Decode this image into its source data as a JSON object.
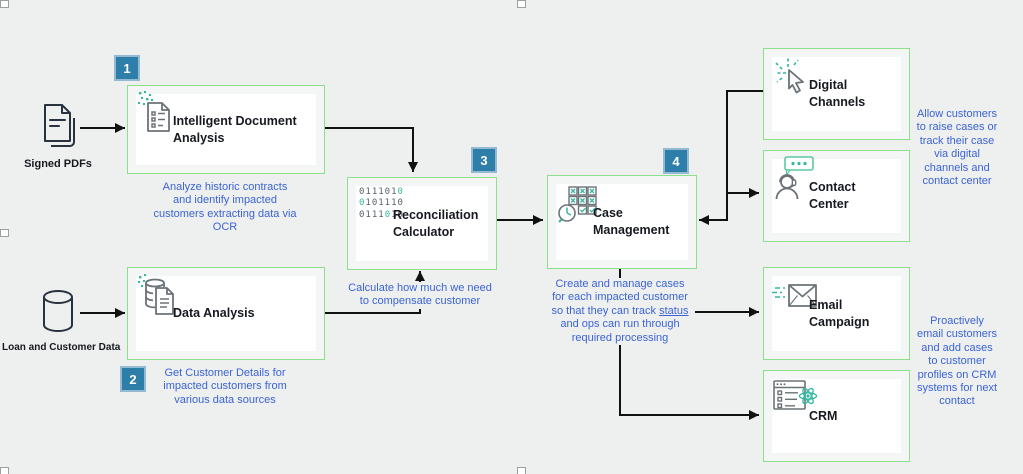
{
  "colors": {
    "canvas_bg": "#eef0ef",
    "box_border_green": "#8ce08c",
    "badge_fill": "#2d7ea8",
    "badge_border": "#93b9d3",
    "annotation_blue": "#3b63d6",
    "connector_black": "#111111",
    "icon_gray": "#6b7277",
    "icon_navy": "#28333f",
    "accent_teal": "#33b8a0"
  },
  "sources": {
    "signed_pdfs": {
      "label": "Signed PDFs",
      "icon": "stacked-documents-icon"
    },
    "loan_customer_data": {
      "label": "Loan and Customer Data",
      "icon": "database-cylinder-icon"
    }
  },
  "badges": {
    "step1": "1",
    "step2": "2",
    "step3": "3",
    "step4": "4"
  },
  "boxes": {
    "intelligent_document_analysis": {
      "title": "Intelligent Document\nAnalysis",
      "icon": "document-scan-icon"
    },
    "data_analysis": {
      "title": "Data Analysis",
      "icon": "database-document-icon"
    },
    "reconciliation_calculator": {
      "title": "Reconciliation\nCalculator",
      "icon": "binary-code-icon",
      "binary": {
        "r1a": "011101",
        "r1b": "0",
        "r2a": "0",
        "r2b": "101110",
        "r3a": "0111",
        "r3b": "0",
        "r3c": "10"
      }
    },
    "case_management": {
      "title": "Case\nManagement",
      "icon": "task-grid-clock-icon"
    },
    "digital_channels": {
      "title": "Digital Channels",
      "icon": "cursor-click-icon"
    },
    "contact_center": {
      "title": "Contact\nCenter",
      "icon": "support-agent-icon"
    },
    "email_campaign": {
      "title": "Email\nCampaign",
      "icon": "email-send-icon"
    },
    "crm": {
      "title": "CRM",
      "icon": "crm-window-icon"
    }
  },
  "annotations": {
    "intelligent_document_analysis": "Analyze historic contracts\nand identify impacted\ncustomers extracting data via\nOCR",
    "data_analysis": "Get Customer Details for\nimpacted customers from\nvarious data sources",
    "reconciliation_calculator": "Calculate how much we need\nto compensate customer",
    "case_management": {
      "text": "Create and manage cases\nfor each impacted customer\nso that they can track status\nand ops can run through\nrequired processing",
      "underline_word": "status"
    },
    "channels": "Allow customers\nto raise cases or\ntrack their case\nvia digital\nchannels and\ncontact center",
    "crm_email": "Proactively\nemail customers\nand add cases\nto customer\nprofiles on CRM\nsystems for next\ncontact"
  }
}
